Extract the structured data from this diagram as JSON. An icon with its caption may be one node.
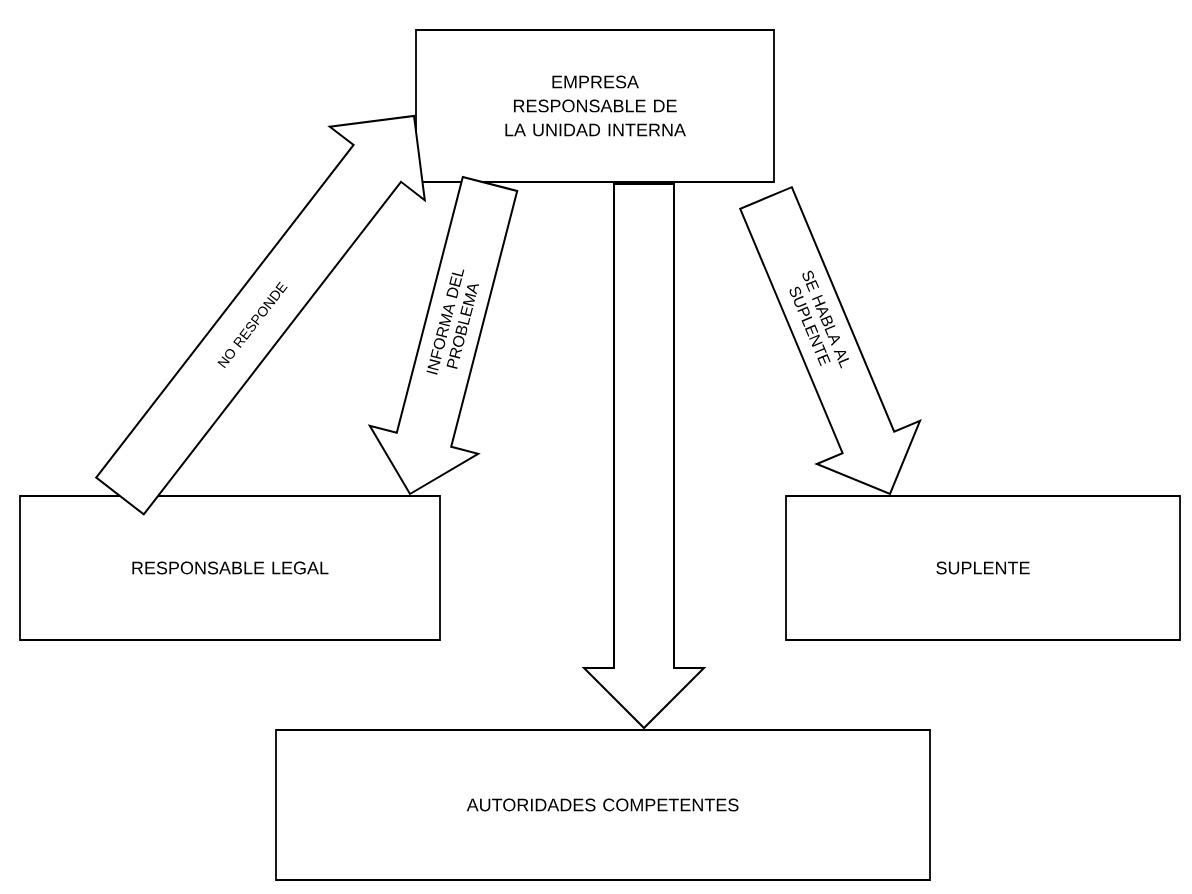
{
  "diagram": {
    "nodes": [
      {
        "text": [
          "EMPRESA RESPONSABLE DE LA UNIDAD INTERNA"
        ]
      },
      {
        "text": [
          "RESPONSABLE LEGAL"
        ]
      },
      {
        "text": [
          "SUPLENTE"
        ]
      },
      {
        "text": [
          "AUTORIDADES COMPETENTES"
        ]
      }
    ],
    "edges": [
      {
        "from": 1,
        "to": 0,
        "arrow": "to",
        "label": "NO RESPONDE"
      },
      {
        "from": 0,
        "to": 1,
        "arrow": "to",
        "label": "INFORMA DEL PROBLEMA"
      },
      {
        "from": 0,
        "to": 2,
        "arrow": "to",
        "label": "SE HABLA AL SUPLENTE"
      },
      {
        "from": 0,
        "to": 3,
        "arrow": "to"
      }
    ]
  }
}
